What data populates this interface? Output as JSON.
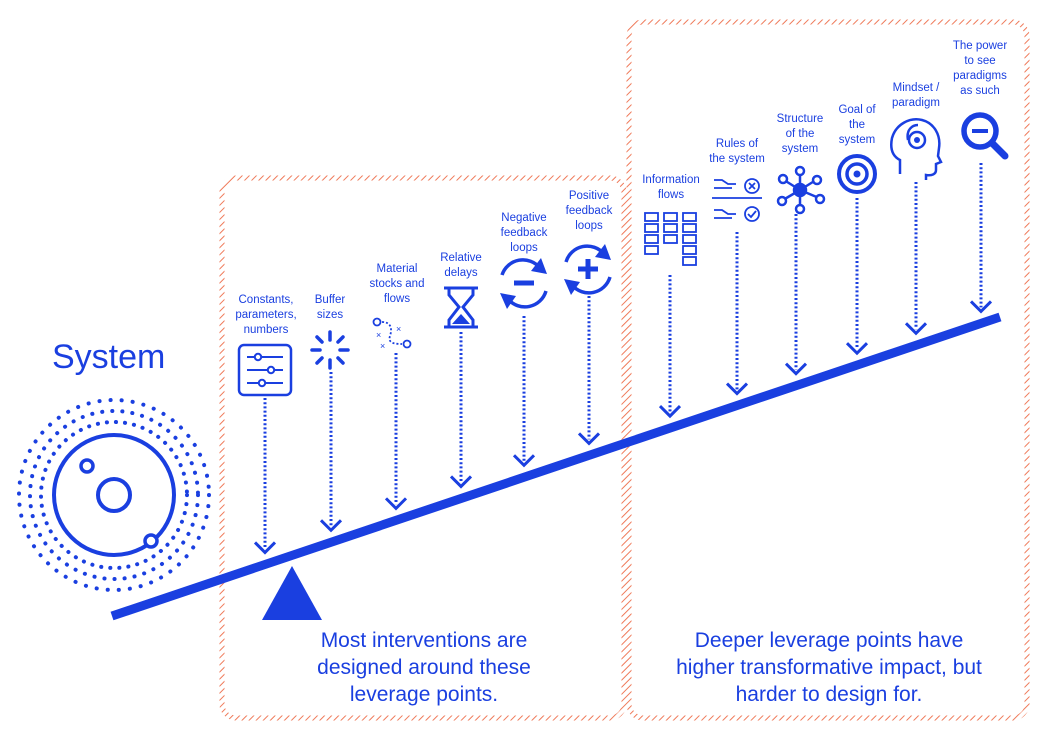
{
  "colors": {
    "accent": "#1a3fe0",
    "frame": "#ef7a5a"
  },
  "system": {
    "title": "System"
  },
  "left_panel": {
    "caption": "Most interventions are\ndesigned around these\nleverage points."
  },
  "right_panel": {
    "caption": "Deeper leverage points have\nhigher transformative impact, but\nharder to design for."
  },
  "leverage_points": [
    {
      "label": "Constants,\nparameters,\nnumbers",
      "icon": "sliders-icon"
    },
    {
      "label": "Buffer\nsizes",
      "icon": "burst-icon"
    },
    {
      "label": "Material\nstocks and\nflows",
      "icon": "flow-path-icon"
    },
    {
      "label": "Relative\ndelays",
      "icon": "hourglass-icon"
    },
    {
      "label": "Negative\nfeedback\nloops",
      "icon": "minus-cycle-icon"
    },
    {
      "label": "Positive\nfeedback\nloops",
      "icon": "plus-cycle-icon"
    },
    {
      "label": "Information\nflows",
      "icon": "grid-blocks-icon"
    },
    {
      "label": "Rules of\nthe system",
      "icon": "rules-icon"
    },
    {
      "label": "Structure\nof the\nsystem",
      "icon": "network-icon"
    },
    {
      "label": "Goal of\nthe\nsystem",
      "icon": "target-icon"
    },
    {
      "label": "Mindset /\nparadigm",
      "icon": "head-icon"
    },
    {
      "label": "The power\nto see\nparadigms\nas such",
      "icon": "magnifier-icon"
    }
  ]
}
